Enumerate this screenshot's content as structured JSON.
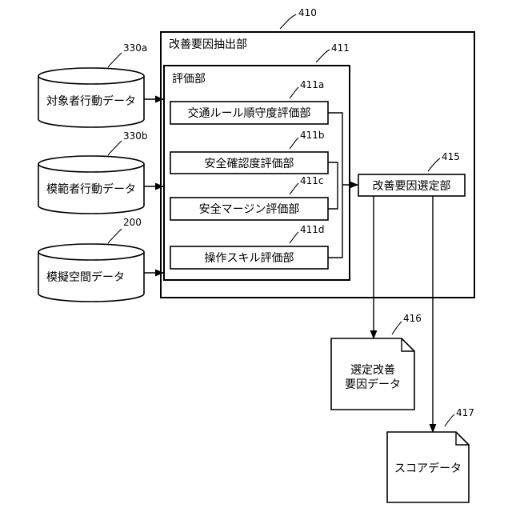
{
  "databases": {
    "subject": {
      "label": "対象者行動データ",
      "ref": "330a"
    },
    "model": {
      "label": "模範者行動データ",
      "ref": "330b"
    },
    "space": {
      "label": "模擬空間データ",
      "ref": "200"
    }
  },
  "extractor": {
    "label": "改善要因抽出部",
    "ref": "410"
  },
  "evaluator": {
    "label": "評価部",
    "ref": "411",
    "items": [
      {
        "label": "交通ルール順守度評価部",
        "ref": "411a"
      },
      {
        "label": "安全確認度評価部",
        "ref": "411b"
      },
      {
        "label": "安全マージン評価部",
        "ref": "411c"
      },
      {
        "label": "操作スキル評価部",
        "ref": "411d"
      }
    ]
  },
  "selector": {
    "label": "改善要因選定部",
    "ref": "415"
  },
  "outputs": {
    "selected": {
      "line1": "選定改善",
      "line2": "要因データ",
      "ref": "416"
    },
    "score": {
      "label": "スコアデータ",
      "ref": "417"
    }
  }
}
